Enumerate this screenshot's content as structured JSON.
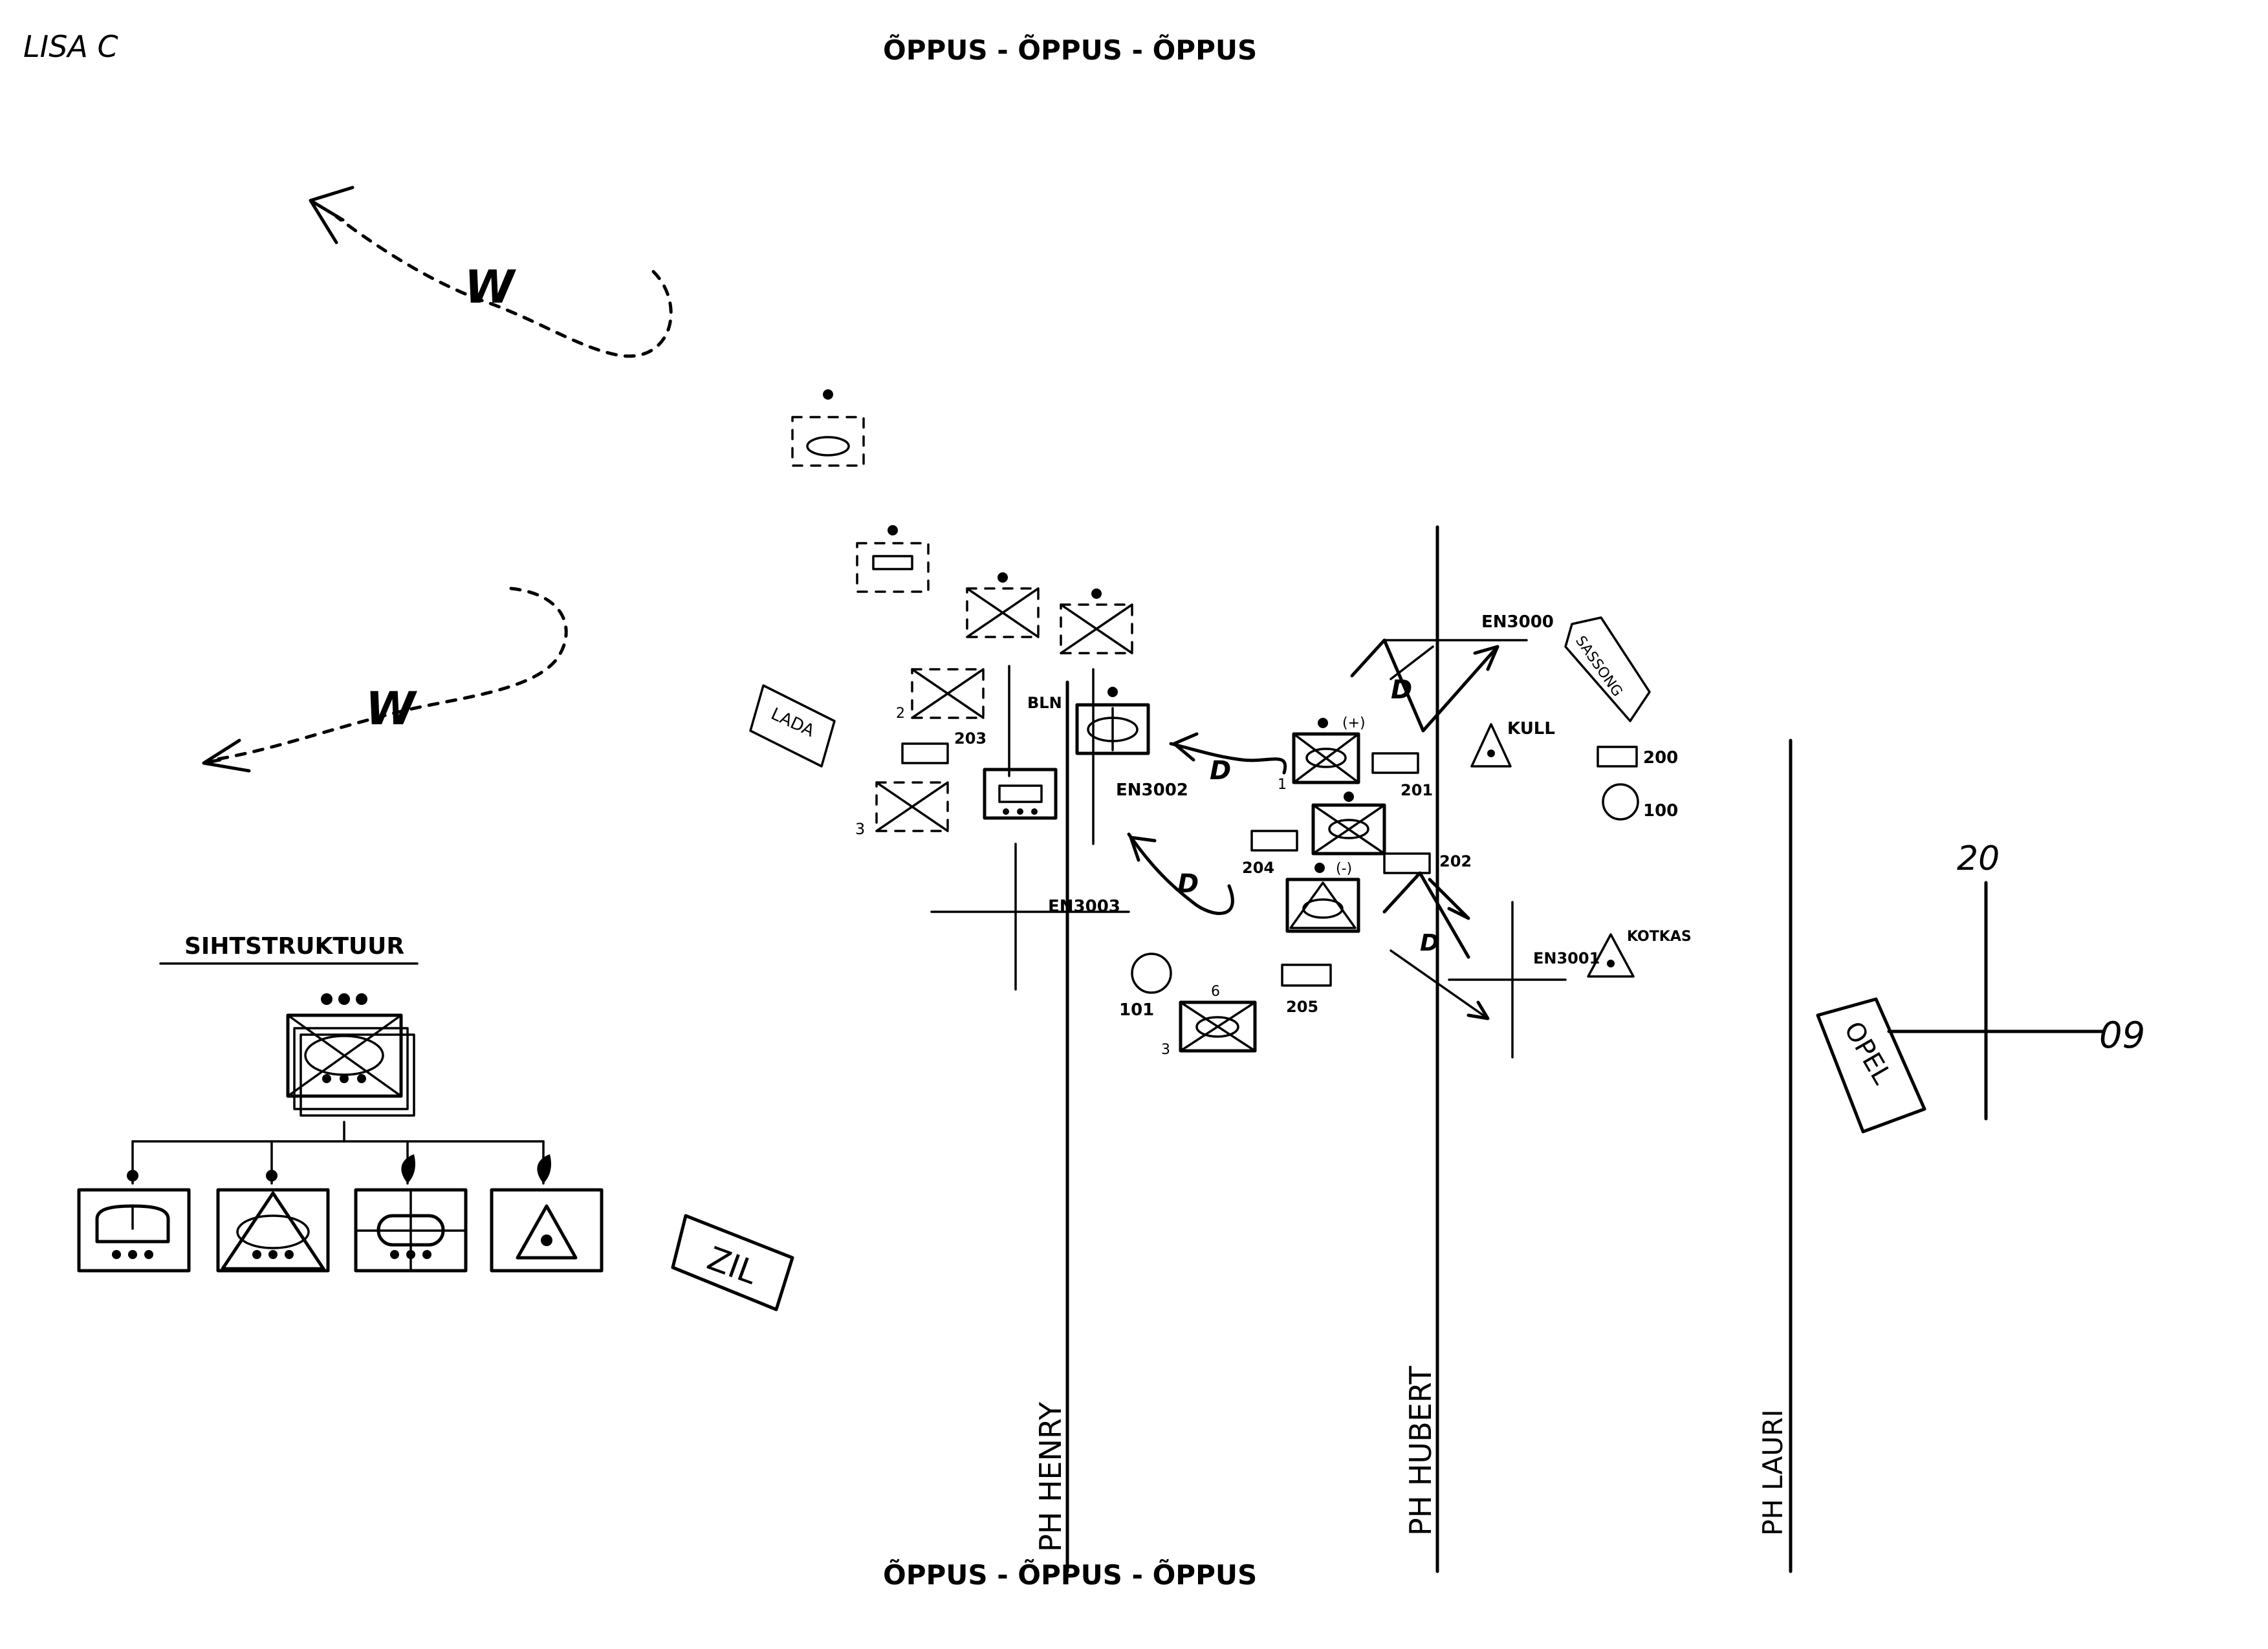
{
  "header": {
    "sheet_label": "LISA C",
    "marking_top": "ÕPPUS - ÕPPUS - ÕPPUS",
    "marking_bottom": "ÕPPUS - ÕPPUS - ÕPPUS"
  },
  "axes_legend": {
    "north_value": "20",
    "east_value": "09"
  },
  "legend": {
    "title": "SIHTSTRUKTUUR"
  },
  "phase_lines": [
    {
      "label": "PH HENRY"
    },
    {
      "label": "PH HUBERT"
    },
    {
      "label": "PH LAURI"
    }
  ],
  "flags": {
    "lada": "LADA",
    "zil": "ZIL",
    "opel": "OPEL",
    "sassong": "SASSONG"
  },
  "points": {
    "en3000": "EN3000",
    "en3001": "EN3001",
    "en3002": "EN3002",
    "en3003": "EN3003",
    "kull": "KULL",
    "kotkas": "KOTKAS",
    "bln": "BLN"
  },
  "unit_numbers": {
    "n100": "100",
    "n101": "101",
    "n200": "200",
    "n201": "201",
    "n202": "202",
    "n203": "203",
    "n204": "204",
    "n205": "205"
  },
  "arrow_letters": {
    "d": "D",
    "w": "W"
  },
  "small_marks": {
    "one": "1",
    "two": "2",
    "three": "3",
    "minus": "(-)",
    "plus": "(+)",
    "six": "6"
  },
  "colors": {
    "ink": "#000000",
    "paper": "#ffffff"
  }
}
